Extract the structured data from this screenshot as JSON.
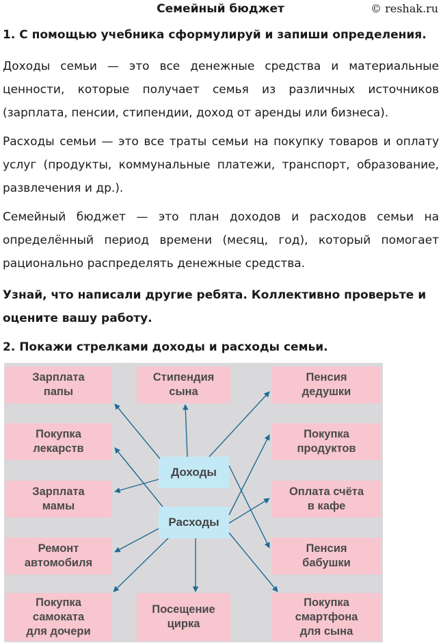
{
  "header": {
    "title": "Семейный бюджет",
    "site": "© reshak.ru"
  },
  "task1": {
    "heading": "1. С помощью учебника сформулируй и запиши определения.",
    "p1": "Доходы семьи — это все денежные средства и материальные ценности, которые получает семья из различных источников (зарплата, пенсии, стипендии, доход от аренды или бизнеса).",
    "p2": "Расходы семьи — это все траты семьи на покупку товаров и оплату услуг (продукты, коммунальные платежи, транспорт, образование, развлечения и др.).",
    "p3": "Семейный бюджет — это план доходов и расходов семьи на определённый период времени (месяц, год), который помогает рационально распределять денежные средства."
  },
  "check": {
    "text": "Узнай, что написали другие ребята. Коллективно проверьте и оцените вашу работу."
  },
  "task2": {
    "heading": "2. Покажи стрелками доходы и расходы семьи."
  },
  "diagram": {
    "boxes": {
      "b1": "Зарплата\nпапы",
      "b2": "Стипендия\nсына",
      "b3": "Пенсия\nдедушки",
      "b4": "Покупка\nлекарств",
      "b5": "Покупка\nпродуктов",
      "b6": "Зарплата\nмамы",
      "b7": "Оплата счёта\nв кафе",
      "b8": "Ремонт\nавтомобиля",
      "b9": "Пенсия\nбабушки",
      "b10": "Покупка\nсамоката\nдля дочери",
      "b11": "Посещение\nцирка",
      "b12": "Покупка\nсмартфона\nдля сына"
    },
    "income": "Доходы",
    "expense": "Расходы",
    "arrow_color": "#1f6a92"
  }
}
